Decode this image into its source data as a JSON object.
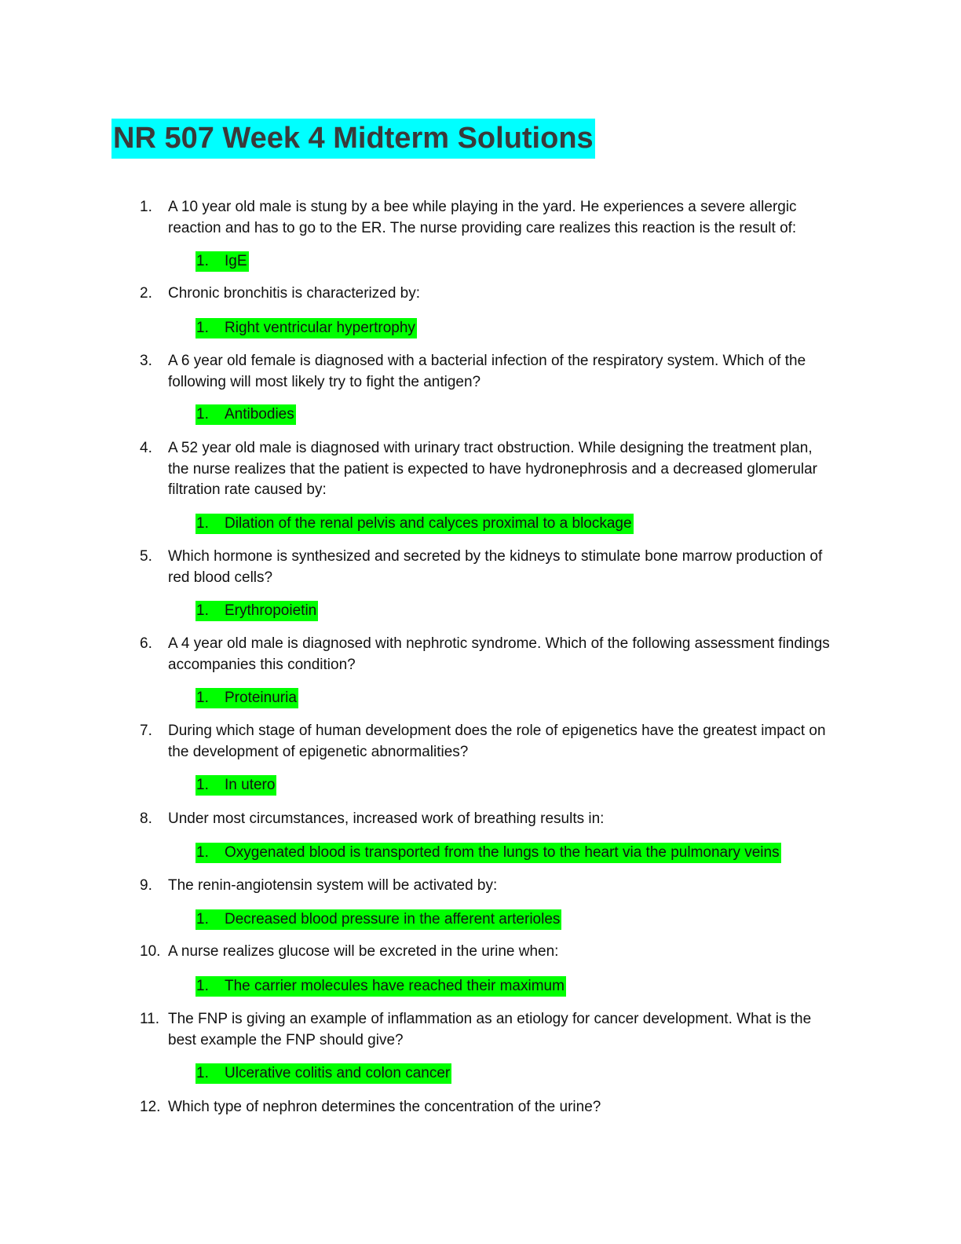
{
  "title": "NR 507 Week 4 Midterm Solutions",
  "questions": [
    {
      "num": "1.",
      "text": "A 10 year old male is stung by a bee while playing in the yard. He experiences a severe allergic reaction and has to go to the ER. The nurse providing care realizes this reaction is the result of:",
      "answer_num": "1.",
      "answer": "IgE"
    },
    {
      "num": "2.",
      "text": "Chronic bronchitis is characterized by:",
      "answer_num": "1.",
      "answer": "Right ventricular hypertrophy"
    },
    {
      "num": "3.",
      "text": "A 6 year old female is diagnosed with a bacterial infection of the respiratory system. Which of the following will most likely try to fight the antigen?",
      "answer_num": "1.",
      "answer": "Antibodies"
    },
    {
      "num": "4.",
      "text": "A 52 year old male is diagnosed with urinary tract obstruction. While designing the treatment plan, the nurse realizes that the patient is expected to  have hydronephrosis and a decreased glomerular filtration rate caused by:",
      "answer_num": "1.",
      "answer": "Dilation of the renal pelvis and calyces proximal to a blockage"
    },
    {
      "num": "5.",
      "text": "Which hormone is synthesized and secreted by the kidneys to stimulate bone marrow production of red blood cells?",
      "answer_num": "1.",
      "answer": "Erythropoietin"
    },
    {
      "num": "6.",
      "text": "A 4 year old male is diagnosed with nephrotic syndrome. Which of the following assessment findings accompanies this condition?",
      "answer_num": "1.",
      "answer": "Proteinuria"
    },
    {
      "num": "7.",
      "text": "During which stage of human development does the role of epigenetics have the greatest impact on the development of epigenetic abnormalities?",
      "answer_num": "1.",
      "answer": "In utero"
    },
    {
      "num": "8.",
      "text": "Under most circumstances, increased work of breathing results in:",
      "answer_num": "1.",
      "answer": "Oxygenated blood is transported from the lungs to the heart via the pulmonary veins"
    },
    {
      "num": "9.",
      "text": "The renin-angiotensin system will be activated by:",
      "answer_num": "1.",
      "answer": "Decreased blood pressure in the afferent arterioles"
    },
    {
      "num": "10.",
      "text": "A nurse realizes glucose will be excreted in the urine when:",
      "answer_num": "1.",
      "answer": "The carrier molecules have reached their maximum"
    },
    {
      "num": "11.",
      "text": "The FNP is giving an example of inflammation as an etiology for cancer development. What is the best example the FNP should give?",
      "answer_num": "1.",
      "answer": "Ulcerative colitis and colon cancer"
    },
    {
      "num": "12.",
      "text": "Which type of nephron determines the concentration of the urine?"
    }
  ],
  "colors": {
    "title_highlight": "#00ffff",
    "answer_highlight": "#00ff00",
    "title_text": "#3a3a3a"
  }
}
